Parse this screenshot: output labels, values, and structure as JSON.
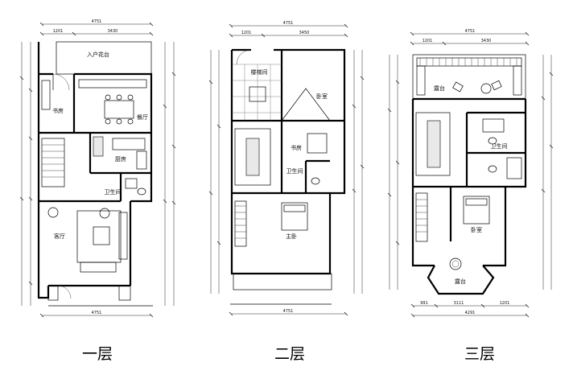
{
  "floors": [
    {
      "label": "一层",
      "rooms": {
        "entrance": "入户花台",
        "dining": "餐厅",
        "study": "书房",
        "kitchen": "厨房",
        "bath": "卫生间",
        "living": "客厅"
      },
      "dims": {
        "top_total": "4751",
        "top_a": "1201",
        "top_b": "3430",
        "bottom_total": "4751"
      }
    },
    {
      "label": "二层",
      "rooms": {
        "stair_hall": "楼梯间",
        "bedroom": "卧室",
        "study": "书房",
        "bath": "卫生间",
        "master": "主卧"
      },
      "dims": {
        "top_total": "4751",
        "top_a": "1201",
        "top_b": "3450",
        "bottom_total": "4751"
      }
    },
    {
      "label": "三层",
      "rooms": {
        "terrace": "露台",
        "bedroom": "卧室",
        "bath": "卫生间",
        "balcony": "露台"
      },
      "dims": {
        "top_total": "4751",
        "top_a": "1201",
        "top_b": "3430",
        "bottom_a": "991",
        "bottom_b": "3111",
        "bottom_c": "1201",
        "bottom_total": "4291"
      }
    }
  ]
}
